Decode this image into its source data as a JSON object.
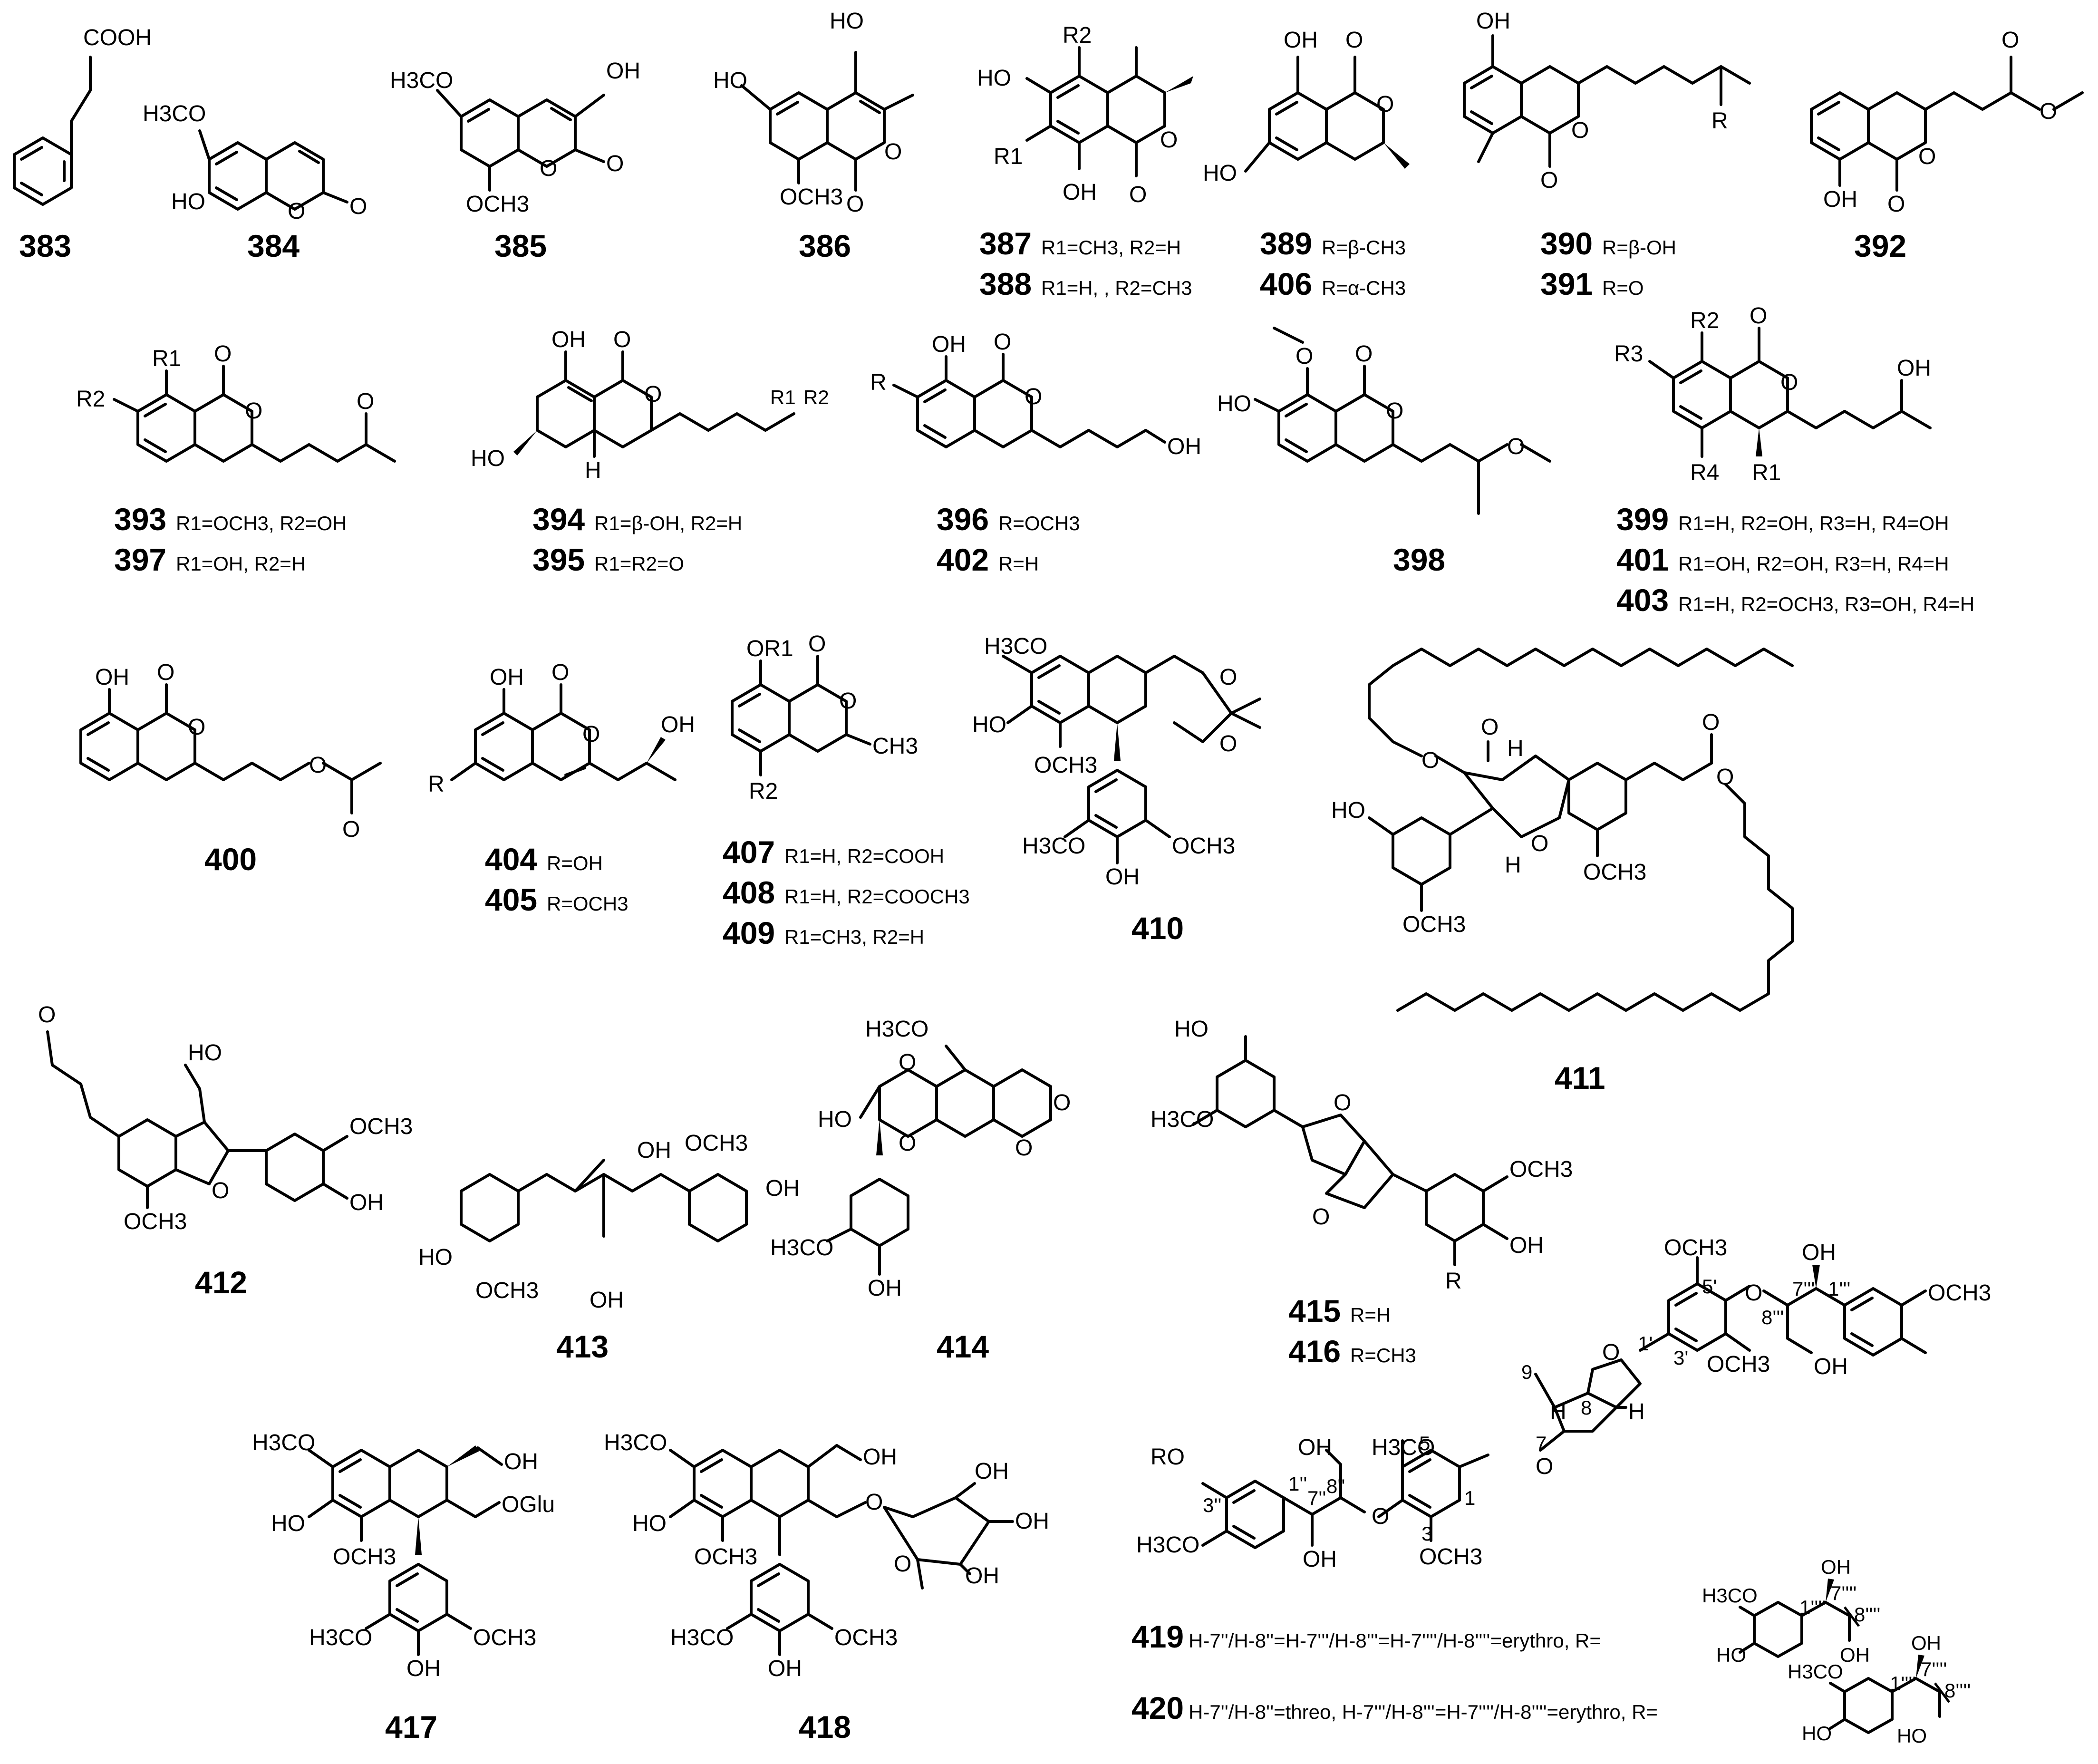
{
  "compounds": [
    {
      "id": "383",
      "labels": [
        "COOH"
      ]
    },
    {
      "id": "384",
      "labels": [
        "H3CO",
        "HO",
        "O",
        "O"
      ]
    },
    {
      "id": "385",
      "labels": [
        "H3CO",
        "OH",
        "O",
        "O",
        "OCH3"
      ]
    },
    {
      "id": "386",
      "labels": [
        "HO",
        "HO",
        "O",
        "O",
        "OCH3"
      ]
    },
    {
      "id": "387",
      "caption": "R1=CH3, R2=H",
      "labels": [
        "R2",
        "HO",
        "R1",
        "OH",
        "O",
        "O"
      ]
    },
    {
      "id": "388",
      "caption": "R1=H, , R2=CH3"
    },
    {
      "id": "389",
      "caption": "R=β-CH3",
      "labels": [
        "OH",
        "O",
        "O",
        "HO"
      ]
    },
    {
      "id": "406",
      "caption": "R=α-CH3"
    },
    {
      "id": "390",
      "caption": "R=β-OH",
      "labels": [
        "OH",
        "O",
        "O",
        "R"
      ]
    },
    {
      "id": "391",
      "caption": "R=O"
    },
    {
      "id": "392",
      "labels": [
        "O",
        "O",
        "O",
        "O",
        "OH"
      ]
    },
    {
      "id": "393",
      "caption": "R1=OCH3, R2=OH",
      "labels": [
        "R1",
        "R2",
        "O",
        "O",
        "O"
      ]
    },
    {
      "id": "397",
      "caption": "R1=OH, R2=H"
    },
    {
      "id": "394",
      "caption": "R1=β-OH, R2=H",
      "labels": [
        "OH",
        "O",
        "O",
        "HO",
        "H",
        "R1",
        "R2"
      ]
    },
    {
      "id": "395",
      "caption": "R1=R2=O"
    },
    {
      "id": "396",
      "caption": "R=OCH3",
      "labels": [
        "OH",
        "O",
        "O",
        "R",
        "OH"
      ]
    },
    {
      "id": "402",
      "caption": "R=H"
    },
    {
      "id": "398",
      "labels": [
        "O",
        "O",
        "HO",
        "O",
        "O"
      ]
    },
    {
      "id": "399",
      "caption": "R1=H, R2=OH, R3=H, R4=OH",
      "labels": [
        "R2",
        "R3",
        "O",
        "O",
        "OH",
        "R4",
        "R1"
      ]
    },
    {
      "id": "401",
      "caption": "R1=OH, R2=OH, R3=H, R4=H"
    },
    {
      "id": "403",
      "caption": "R1=H, R2=OCH3, R3=OH, R4=H"
    },
    {
      "id": "400",
      "labels": [
        "OH",
        "O",
        "O",
        "O",
        "O"
      ]
    },
    {
      "id": "404",
      "caption": "R=OH",
      "labels": [
        "OH",
        "O",
        "O",
        "OH",
        "R"
      ]
    },
    {
      "id": "405",
      "caption": "R=OCH3"
    },
    {
      "id": "407",
      "caption": "R1=H, R2=COOH",
      "labels": [
        "OR1",
        "O",
        "O",
        "CH3",
        "R2"
      ]
    },
    {
      "id": "408",
      "caption": "R1=H, R2=COOCH3"
    },
    {
      "id": "409",
      "caption": "R1=CH3, R2=H"
    },
    {
      "id": "410",
      "labels": [
        "H3CO",
        "HO",
        "OCH3",
        "O",
        "O",
        "H3CO",
        "OCH3",
        "OH"
      ]
    },
    {
      "id": "411",
      "labels": [
        "O",
        "H",
        "O",
        "HO",
        "O",
        "H",
        "OCH3",
        "OCH3",
        "O",
        "O"
      ]
    },
    {
      "id": "412",
      "labels": [
        "O",
        "HO",
        "OCH3",
        "O",
        "OH",
        "OCH3"
      ]
    },
    {
      "id": "413",
      "labels": [
        "OH",
        "OCH3",
        "OH",
        "HO",
        "OCH3",
        "OH"
      ]
    },
    {
      "id": "414",
      "labels": [
        "H3CO",
        "O",
        "O",
        "O",
        "O",
        "HO",
        "H3CO",
        "OH"
      ]
    },
    {
      "id": "415",
      "caption": "R=H",
      "labels": [
        "HO",
        "H3CO",
        "O",
        "O",
        "OCH3",
        "OH",
        "R"
      ]
    },
    {
      "id": "416",
      "caption": "R=CH3"
    },
    {
      "id": "417",
      "labels": [
        "H3CO",
        "OH",
        "HO",
        "OGlu",
        "OCH3",
        "H3CO",
        "OCH3",
        "OH"
      ]
    },
    {
      "id": "418",
      "labels": [
        "H3CO",
        "OH",
        "HO",
        "O",
        "OCH3",
        "O",
        "OH",
        "OH",
        "OH",
        "H3CO",
        "OCH3",
        "OH"
      ]
    },
    {
      "id": "419",
      "caption": "H-7''/H-8''=H-7'''/H-8'''=H-7''''/H-8''''=erythro, R=",
      "labels": [
        "OCH3",
        "OH",
        "OCH3",
        "5'",
        "O",
        "7'''",
        "1'''",
        "8'''",
        "1'",
        "O",
        "3'",
        "OCH3",
        "OH",
        "9",
        "H",
        "8",
        "H",
        "RO",
        "OH",
        "H3CO",
        "5",
        "7",
        "3''",
        "1''",
        "7''",
        "8''",
        "O",
        "1",
        "O",
        "H3CO",
        "OH",
        "3",
        "OCH3",
        "H3CO",
        "OH",
        "7''''",
        "1''''",
        "8''''",
        "HO",
        "OH"
      ]
    },
    {
      "id": "420",
      "caption": "H-7''/H-8''=threo, H-7'''/H-8'''=H-7''''/H-8''''=erythro, R=",
      "labels": [
        "OH",
        "H3CO",
        "7''''",
        "1''''",
        "8''''",
        "HO",
        "HO"
      ]
    }
  ]
}
